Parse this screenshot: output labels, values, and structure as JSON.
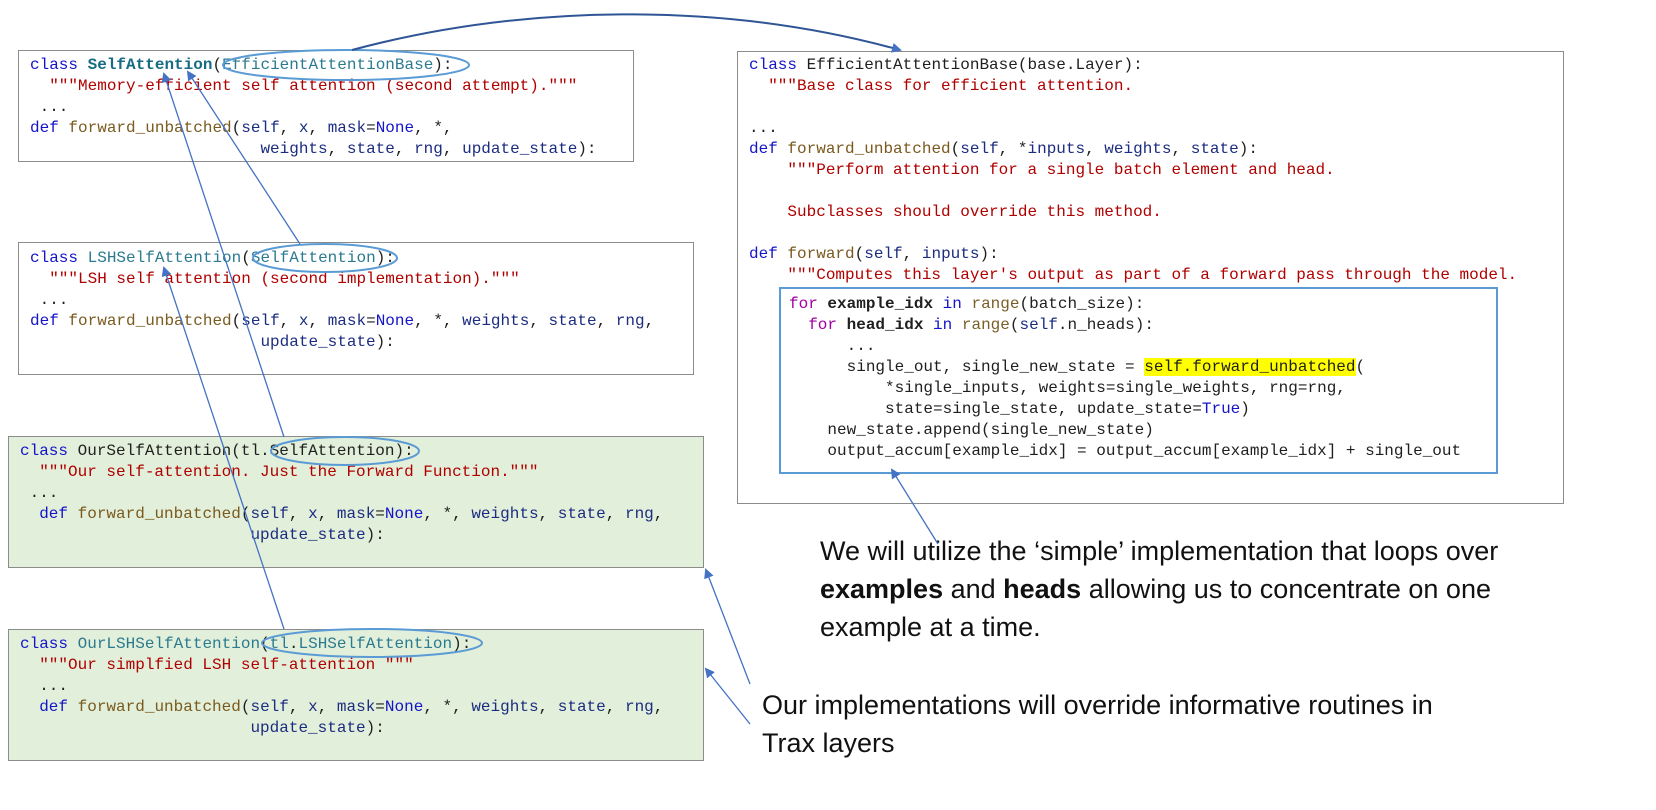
{
  "kw": {
    "class": "class",
    "def": "def",
    "for": "for",
    "in": "in",
    "none": "None",
    "true": "True",
    "self": "self"
  },
  "box1": {
    "class_name": "SelfAttention",
    "base": "EfficientAttentionBase",
    "doc": "\"\"\"Memory-efficient self attention (second attempt).\"\"\"",
    "ellipsis": " ...",
    "method": "forward_unbatched",
    "params": [
      "x",
      "mask",
      "weights",
      "state",
      "rng",
      "update_state"
    ]
  },
  "box2": {
    "class_name": "LSHSelfAttention",
    "base": "SelfAttention",
    "doc": "\"\"\"LSH self attention (second implementation).\"\"\"",
    "ellipsis": " ...",
    "method": "forward_unbatched",
    "params": [
      "x",
      "mask",
      "weights",
      "state",
      "rng",
      "update_state"
    ]
  },
  "box3": {
    "class_name": "OurSelfAttention",
    "base_prefix": "tl.",
    "base": "SelfAttention",
    "doc": "\"\"\"Our self-attention. Just the Forward Function.\"\"\"",
    "ellipsis": " ...",
    "method": "forward_unbatched",
    "params": [
      "x",
      "mask",
      "weights",
      "state",
      "rng",
      "update_state"
    ]
  },
  "box4": {
    "class_name": "OurLSHSelfAttention",
    "base_prefix": "tl",
    "base": "LSHSelfAttention",
    "doc": "\"\"\"Our simplfied LSH self-attention \"\"\"",
    "ellipsis": "...",
    "method": "forward_unbatched",
    "params": [
      "x",
      "mask",
      "weights",
      "state",
      "rng",
      "update_state"
    ]
  },
  "box5": {
    "class_name": "EfficientAttentionBase",
    "base": "base.Layer",
    "doc": "\"\"\"Base class for efficient attention.",
    "ellipsis": "...",
    "method1": "forward_unbatched",
    "m1_params": [
      "inputs",
      "weights",
      "state"
    ],
    "m1_doc1": "\"\"\"Perform attention for a single batch element and head.",
    "m1_doc2": "Subclasses should override this method.",
    "method2": "forward",
    "m2_params": [
      "inputs"
    ],
    "m2_doc": "\"\"\"Computes this layer's output as part of a forward pass through the model.",
    "m2_dots": "...",
    "loop": {
      "var1": "example_idx",
      "range_fn": "range",
      "arg1": "batch_size",
      "var2": "head_idx",
      "arg2": "n_heads",
      "ellipsis": "...",
      "assign_lhs": "single_out, single_new_state = ",
      "call": "self.forward_unbatched",
      "args1": "*single_inputs, weights=single_weights, rng=rng,",
      "args2": "state=single_state, update_state=",
      "append": "new_state.append(single_new_state)",
      "accum": "output_accum[example_idx] = output_accum[example_idx] + single_out"
    }
  },
  "notes": {
    "note1_a": "We will utilize the ‘simple’ implementation that loops over",
    "note1_b1": "examples",
    "note1_b2": " and ",
    "note1_b3": "heads",
    "note1_b4": " allowing us to concentrate on one",
    "note1_c": "example at a time.",
    "note2_a": "Our implementations will override informative routines in",
    "note2_b": "Trax layers"
  },
  "colors": {
    "arrow": "#4472c4",
    "ellipse": "#5b9bd5",
    "green_fill": "#e2efda",
    "highlight": "#ffff00"
  }
}
